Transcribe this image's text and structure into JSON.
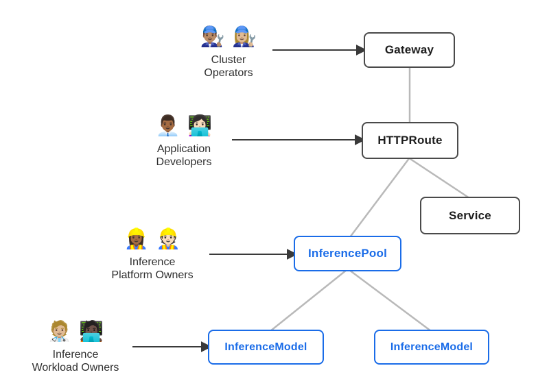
{
  "diagram": {
    "background": "#ffffff",
    "colors": {
      "node_border_dark": "#4a4a4a",
      "node_text_dark": "#1d1d1d",
      "accent_blue": "#1a6ce8",
      "connector_gray": "#b9b9b9",
      "arrow_dark": "#3a3a3a"
    },
    "nodes": {
      "gateway": {
        "label": "Gateway"
      },
      "httproute": {
        "label": "HTTPRoute"
      },
      "service": {
        "label": "Service"
      },
      "inferencepool": {
        "label": "InferencePool"
      },
      "inferencemodel1": {
        "label": "InferenceModel"
      },
      "inferencemodel2": {
        "label": "InferenceModel"
      }
    },
    "personas": [
      {
        "name": "Cluster Operators",
        "emojis": [
          "👨🏽‍🔧",
          "👩🏼‍🔧"
        ],
        "label_lines": [
          "Cluster",
          "Operators"
        ]
      },
      {
        "name": "Application Developers",
        "emojis": [
          "👨🏾‍💼",
          "👩🏻‍💻"
        ],
        "label_lines": [
          "Application",
          "Developers"
        ]
      },
      {
        "name": "Inference Platform Owners",
        "emojis": [
          "👷🏾‍♀️",
          "👷🏻"
        ],
        "label_lines": [
          "Inference",
          "Platform Owners"
        ]
      },
      {
        "name": "Inference Workload Owners",
        "emojis": [
          "🧑🏼‍⚕️",
          "🧑🏿‍💻"
        ],
        "label_lines": [
          "Inference",
          "Workload Owners"
        ]
      }
    ]
  }
}
